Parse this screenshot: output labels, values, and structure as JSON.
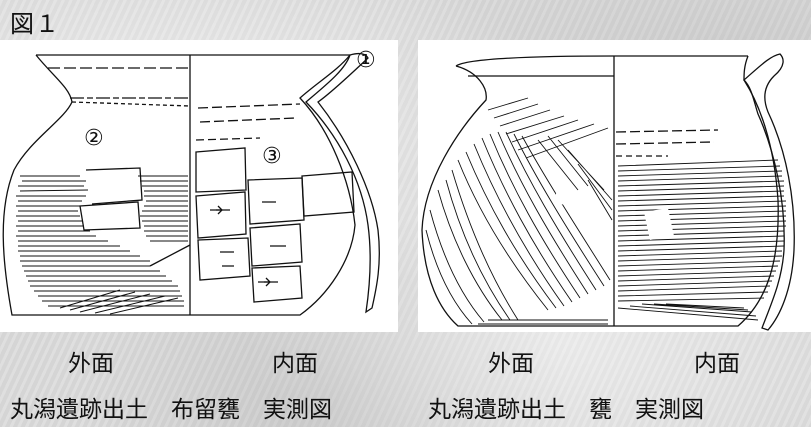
{
  "figure_title": "図１",
  "left_panel": {
    "markers": [
      "①",
      "②",
      "③"
    ],
    "label_outer": "外面",
    "label_inner": "内面",
    "caption": "丸潟遺跡出土　布留甕　実測図"
  },
  "right_panel": {
    "label_outer": "外面",
    "label_inner": "内面",
    "caption": "丸潟遺跡出土　甕　実測図"
  },
  "colors": {
    "background": "#dcdcdc",
    "panel": "#ffffff",
    "ink": "#111111"
  }
}
